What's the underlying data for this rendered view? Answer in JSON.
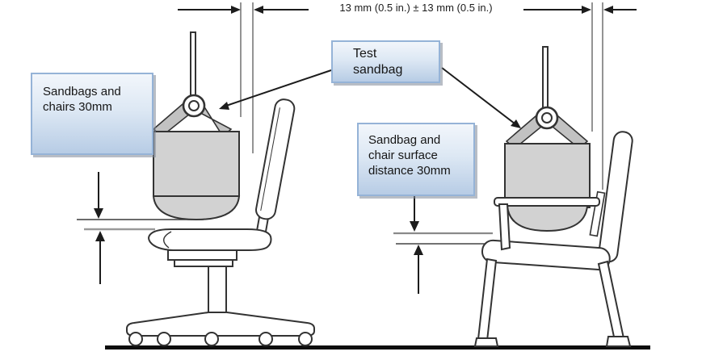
{
  "diagram": {
    "title_hint": "Sandbag drop test setup over office chair and four-leg chair",
    "top_dimension": {
      "label": "13 mm (0.5 in.) ± 13 mm (0.5 in.)"
    },
    "callouts": {
      "left": {
        "text": "Sandbags and\nchairs 30mm"
      },
      "test": {
        "text": "Test\nsandbag"
      },
      "right": {
        "text": "Sandbag and\nchair surface\ndistance 30mm"
      }
    },
    "colors": {
      "callout_border": "#95b3d7",
      "callout_fill_top": "#f2f6fb",
      "callout_fill_bottom": "#b7cce5",
      "sandbag_fill": "#d2d2d2",
      "strap_fill": "#c2c2c2",
      "outline": "#333333",
      "dim_line_dark": "#3a3a3a",
      "dim_line_light": "#999999",
      "ground": "#0d0d0d"
    }
  }
}
